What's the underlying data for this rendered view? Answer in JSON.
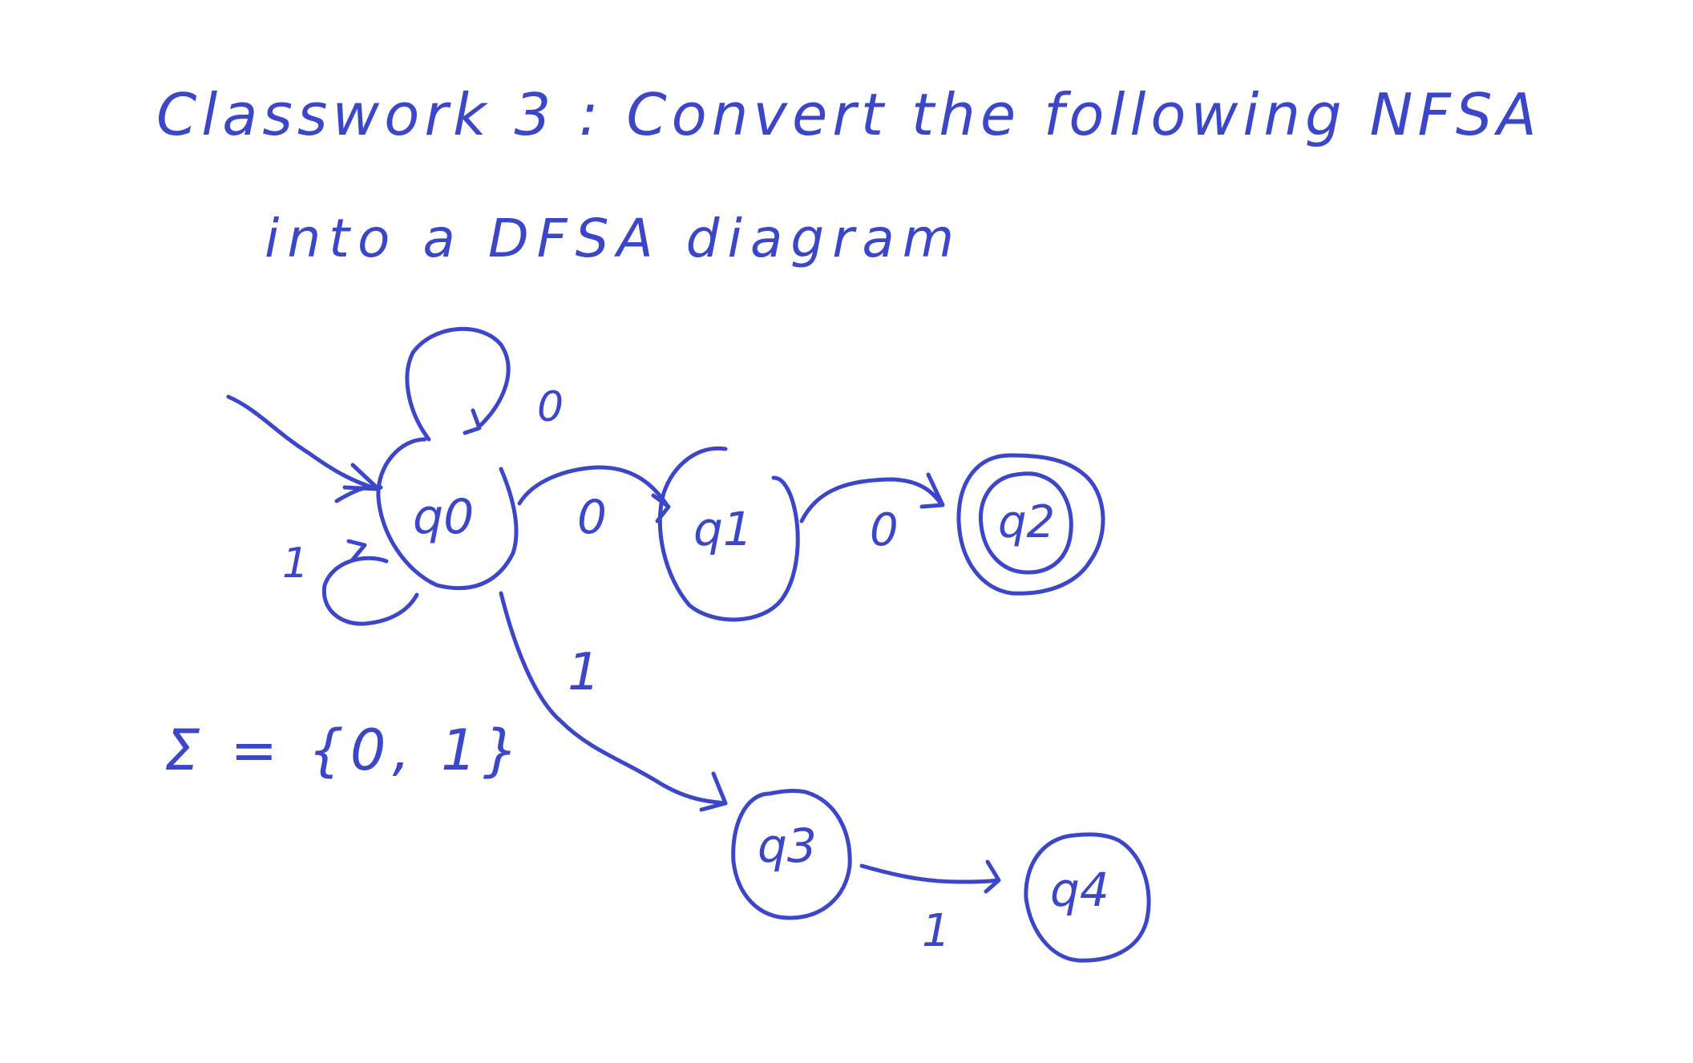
{
  "ink_color": "#3c46c8",
  "background": "#ffffff",
  "title": {
    "line1": "Classwork 3 : Convert the following NFSA",
    "line2": "into a DFSA diagram"
  },
  "alphabet": "Σ = {0, 1}",
  "states": {
    "q0": "q0",
    "q1": "q1",
    "q2": "q2",
    "q3": "q3",
    "q4": "q4"
  },
  "accepting": [
    "q2"
  ],
  "start": "q0",
  "transitions": [
    {
      "from": "q0",
      "to": "q0",
      "symbol": "0"
    },
    {
      "from": "q0",
      "to": "q0",
      "symbol": "1"
    },
    {
      "from": "q0",
      "to": "q1",
      "symbol": "0"
    },
    {
      "from": "q1",
      "to": "q2",
      "symbol": "0"
    },
    {
      "from": "q0",
      "to": "q3",
      "symbol": "1"
    },
    {
      "from": "q3",
      "to": "q4",
      "symbol": "1"
    }
  ]
}
